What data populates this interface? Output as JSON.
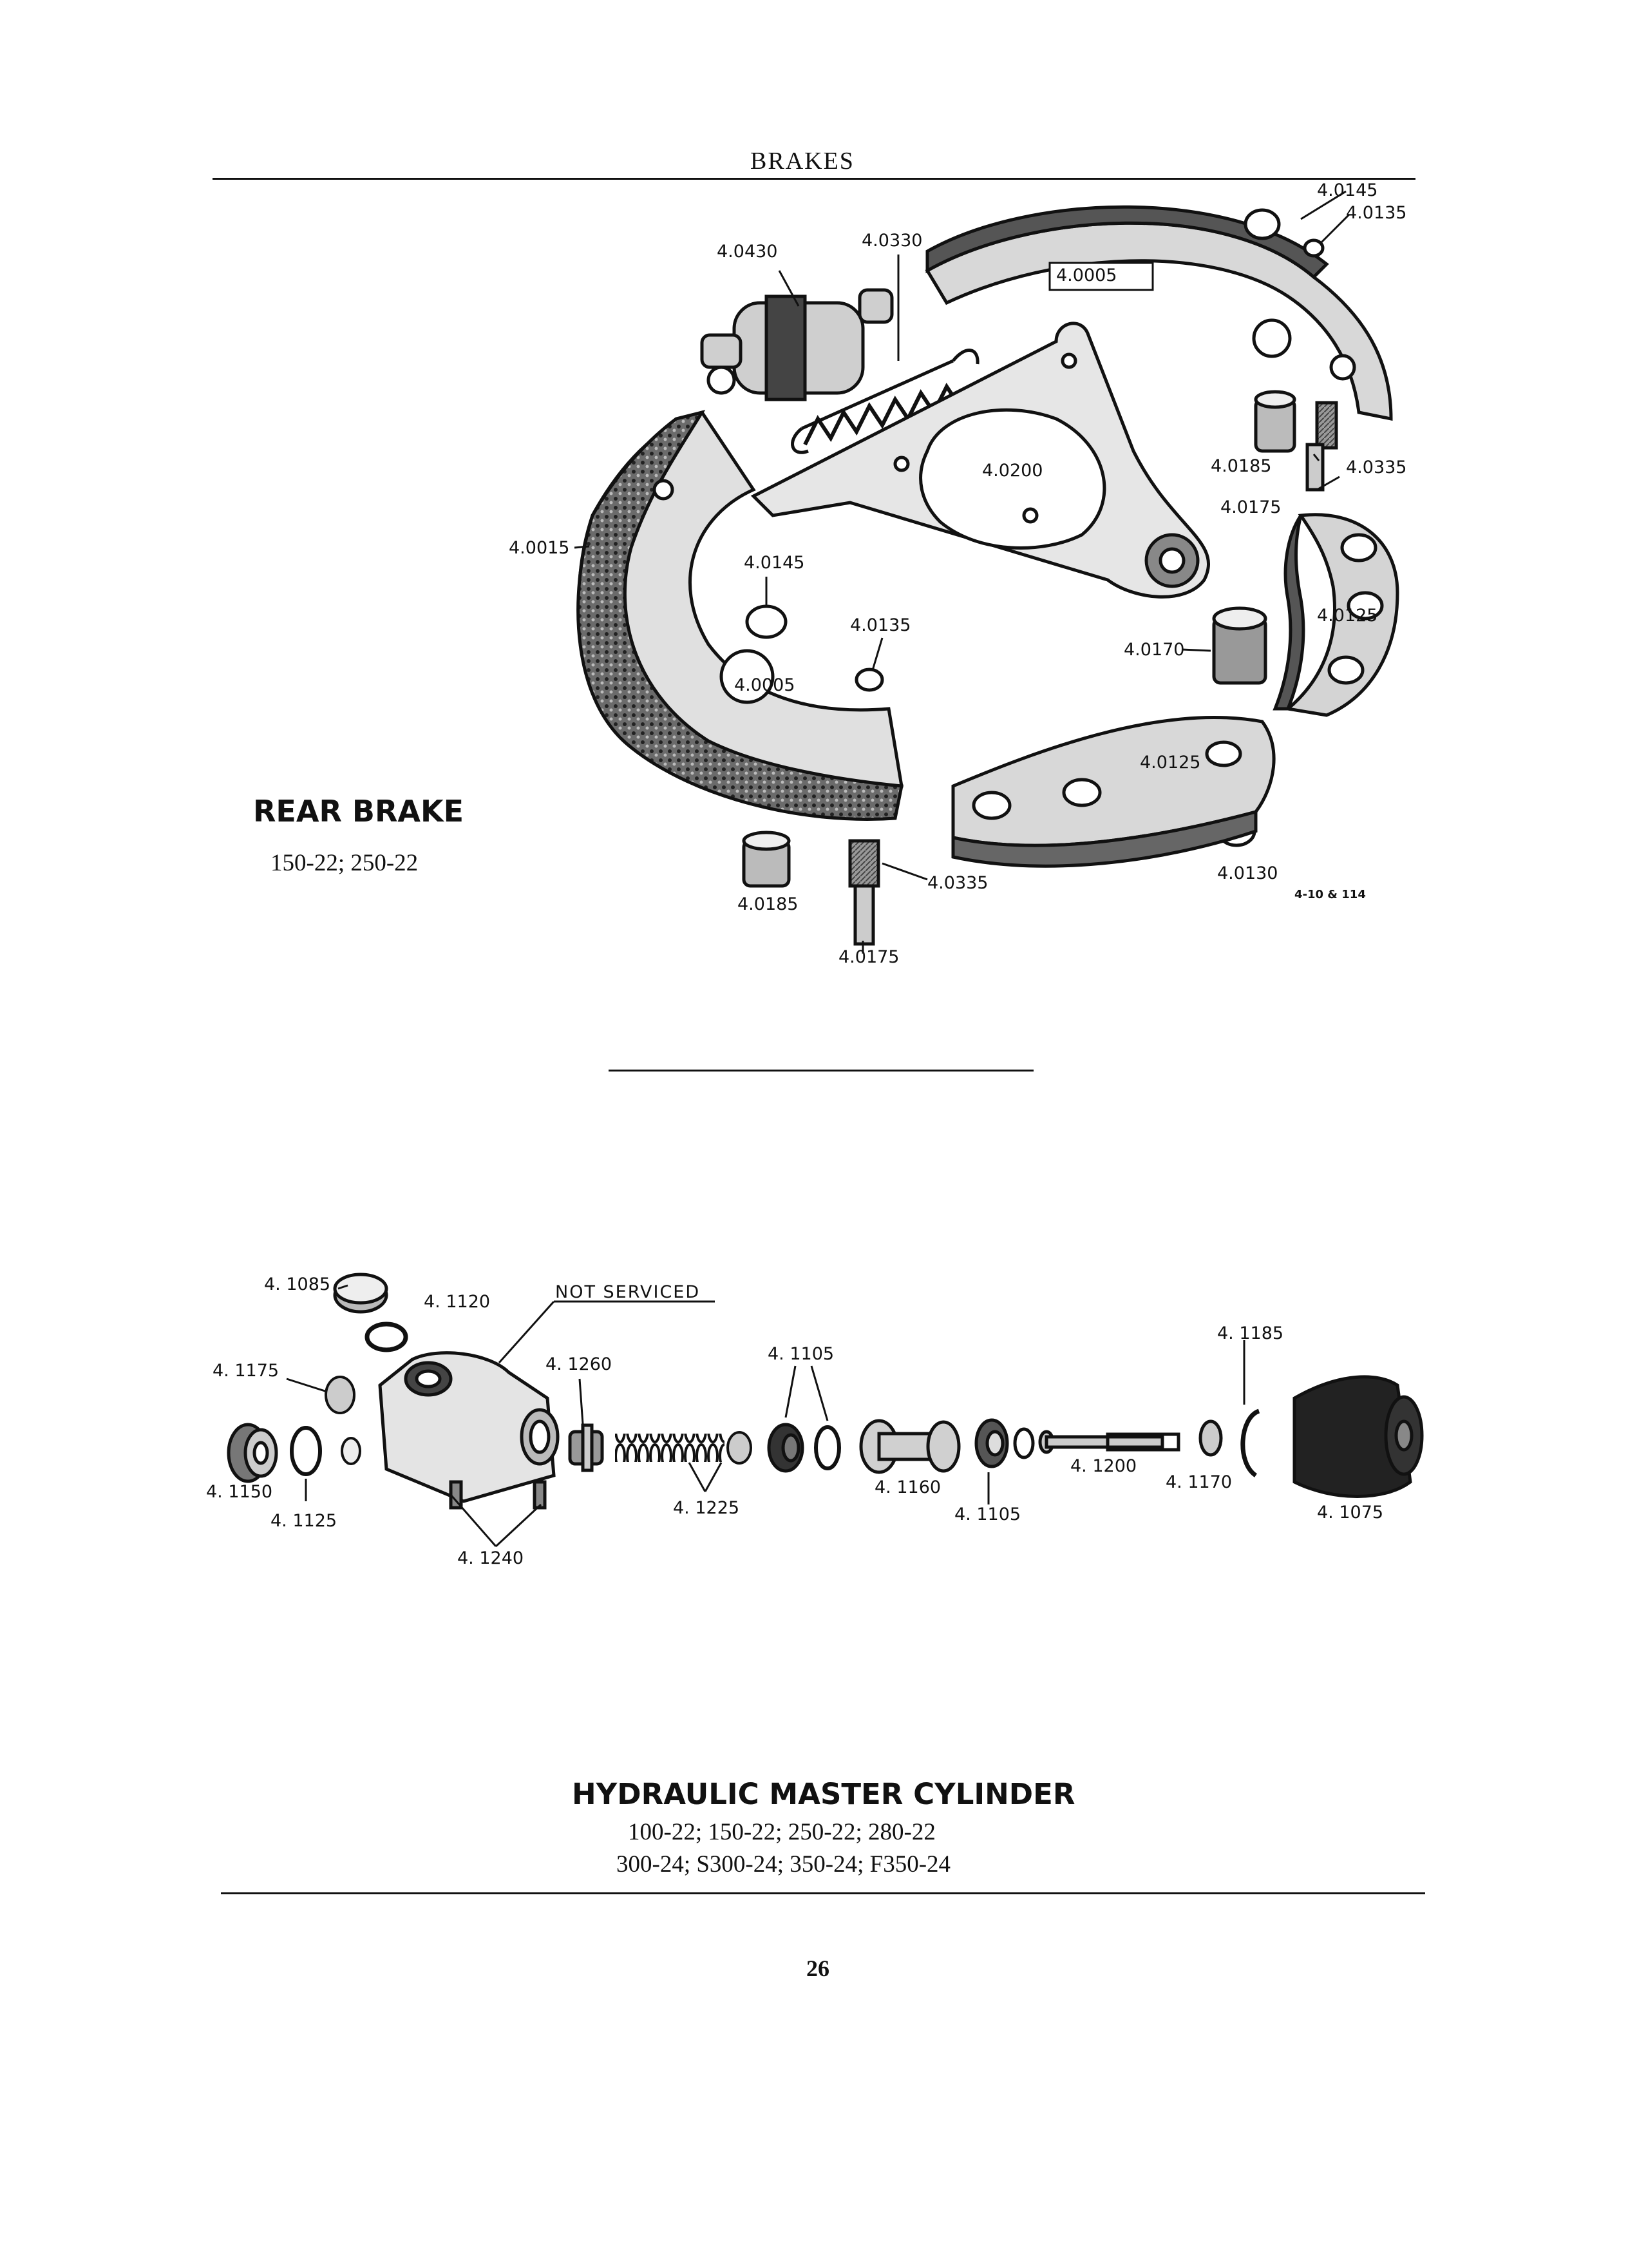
{
  "header": {
    "title": "BRAKES"
  },
  "rear_brake": {
    "title": "REAR BRAKE",
    "models": "150-22; 250-22",
    "figure_ref": "4-10 & 114",
    "callouts": {
      "c0145_top": "4.0145",
      "c0135_top": "4.0135",
      "c0430": "4.0430",
      "c0330": "4.0330",
      "c0005_top": "4.0005",
      "c0200": "4.0200",
      "c0185_right": "4.0185",
      "c0335_right": "4.0335",
      "c0175_right": "4.0175",
      "c0015": "4.0015",
      "c0145_mid": "4.0145",
      "c0135_mid": "4.0135",
      "c0005_mid": "4.0005",
      "c0125_right": "4.0125",
      "c0170": "4.0170",
      "c0125_mid": "4.0125",
      "c0185_bottom": "4.0185",
      "c0335_bottom": "4.0335",
      "c0175_bottom": "4.0175",
      "c0130": "4.0130"
    }
  },
  "master_cylinder": {
    "title": "HYDRAULIC MASTER CYLINDER",
    "models_line1": "100-22; 150-22; 250-22; 280-22",
    "models_line2": "300-24; S300-24; 350-24; F350-24",
    "callouts": {
      "c1085": "4. 1085",
      "c1120": "4. 1120",
      "not_serviced": "NOT SERVICED",
      "c1175": "4. 1175",
      "c1260": "4. 1260",
      "c1105_top": "4. 1105",
      "c1185": "4. 1185",
      "c1150": "4. 1150",
      "c1125": "4. 1125",
      "c1225": "4. 1225",
      "c1160": "4. 1160",
      "c1105_bottom": "4. 1105",
      "c1200": "4. 1200",
      "c1170": "4. 1170",
      "c1075": "4. 1075",
      "c1240": "4. 1240"
    }
  },
  "footer": {
    "page_number": "26"
  }
}
